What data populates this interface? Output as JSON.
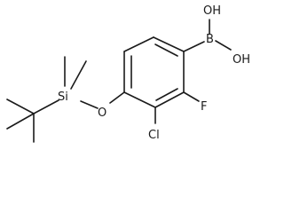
{
  "molecule": {
    "atom_labels": {
      "oh_top": "OH",
      "oh_right": "OH",
      "boron": "B",
      "fluorine": "F",
      "chlorine": "Cl",
      "oxygen": "O",
      "silicon": "Si"
    }
  }
}
